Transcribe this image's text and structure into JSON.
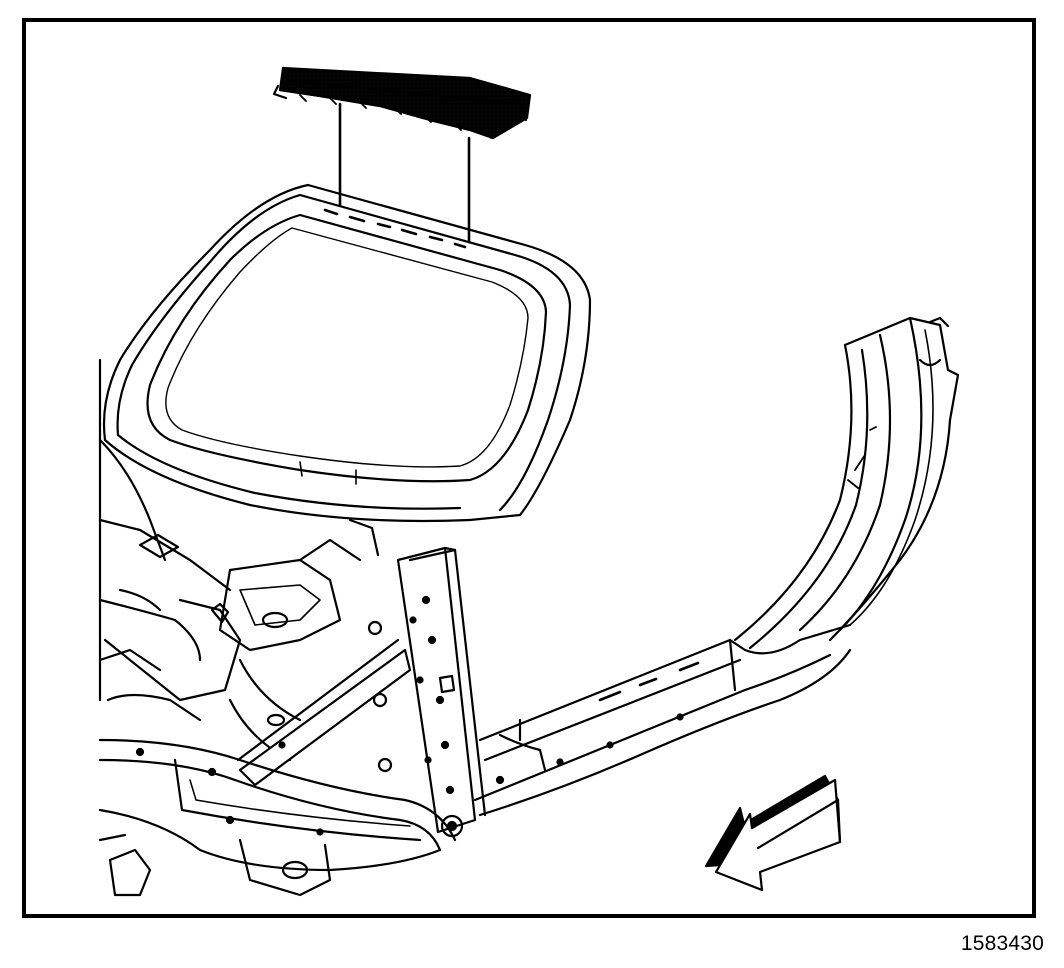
{
  "figure": {
    "number": "1583430",
    "colors": {
      "line": "#000000",
      "background": "#ffffff",
      "panel_fill": "#d8d8d8"
    },
    "parts": [
      "roof-panel-reinforcement",
      "body-frame",
      "windshield-opening",
      "rocker-panel",
      "front-hinge-pillar",
      "rear-door-opening-pillar",
      "direction-arrow-icon"
    ]
  }
}
